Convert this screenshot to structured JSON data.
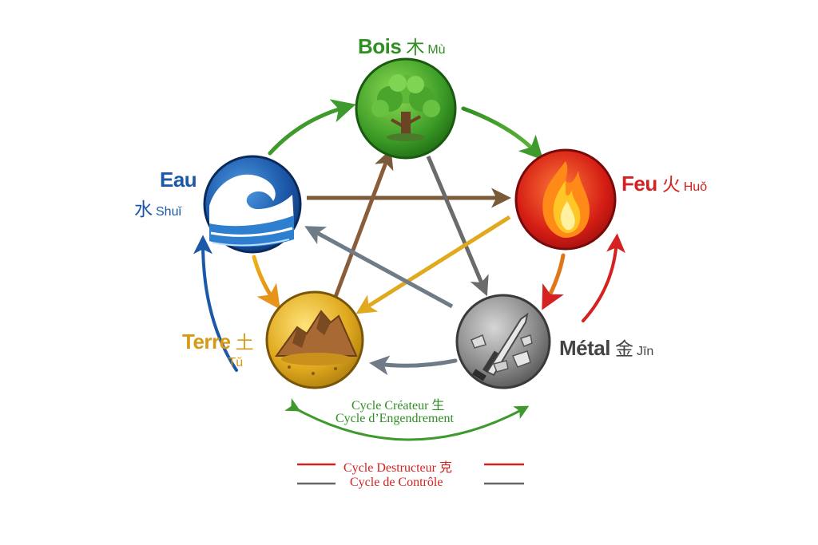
{
  "colors": {
    "bois": "#2f8f22",
    "feu": "#d42222",
    "metal": "#6e6e6e",
    "terre": "#d6a319",
    "eau": "#1c58a8",
    "creator_arrow": "#3e9a2c",
    "destruct_red": "#d42222",
    "control_gray": "#666666"
  },
  "elements": {
    "bois": {
      "name": "Bois",
      "hanzi": "木",
      "pinyin": "Mù",
      "icon": "tree-icon"
    },
    "feu": {
      "name": "Feu",
      "hanzi": "火",
      "pinyin": "Huǒ",
      "icon": "flame-icon"
    },
    "metal": {
      "name": "Métal",
      "hanzi": "金",
      "pinyin": "Jīn",
      "icon": "sword-icon"
    },
    "terre": {
      "name": "Terre",
      "hanzi": "土",
      "pinyin": "Tǔ",
      "icon": "mountain-icon"
    },
    "eau": {
      "name": "Eau",
      "hanzi": "水",
      "pinyin": "Shuǐ",
      "icon": "wave-icon"
    }
  },
  "legend": {
    "creator_line1": "Cycle Créateur 生",
    "creator_line2": "Cycle d’Engendrement",
    "destruct_line1": "Cycle Destructeur 克",
    "destruct_line2": "Cycle de Contrôle"
  }
}
